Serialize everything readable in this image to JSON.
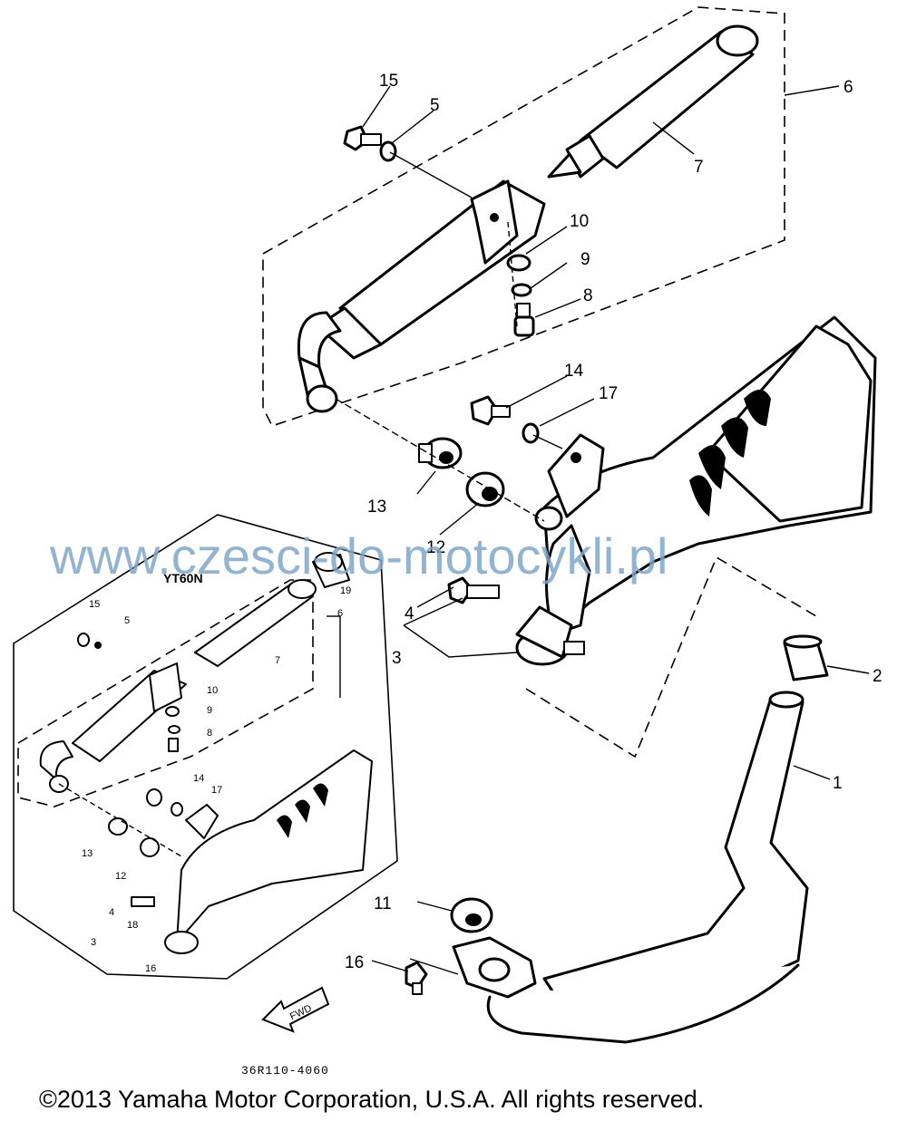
{
  "callouts": {
    "p1": "1",
    "p2": "2",
    "p3": "3",
    "p4": "4",
    "p5": "5",
    "p6": "6",
    "p7": "7",
    "p8": "8",
    "p9": "9",
    "p10": "10",
    "p11": "11",
    "p12": "12",
    "p13": "13",
    "p14": "14",
    "p15": "15",
    "p16": "16",
    "p17": "17"
  },
  "inset": {
    "model_label": "YT60N",
    "callouts": {
      "p3": "3",
      "p4": "4",
      "p5": "5",
      "p6": "6",
      "p7": "7",
      "p8": "8",
      "p9": "9",
      "p10": "10",
      "p12": "12",
      "p13": "13",
      "p14": "14",
      "p15": "15",
      "p16": "16",
      "p17": "17",
      "p18": "18",
      "p19": "19"
    }
  },
  "fwd_label": "FWD",
  "drawing_code": "36R110-4060",
  "watermark": "www.czesci-do-motocykli.pl",
  "copyright": "©2013 Yamaha Motor Corporation, U.S.A. All rights reserved."
}
